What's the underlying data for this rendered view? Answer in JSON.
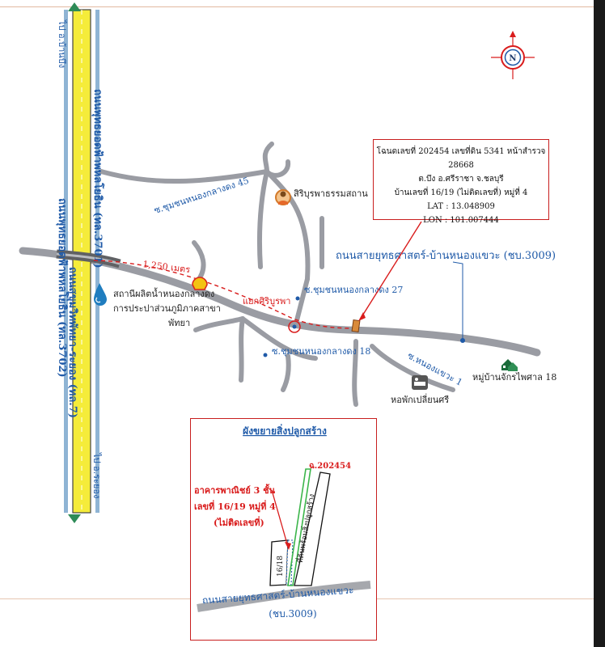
{
  "roads": {
    "highway_upper_name": "ถนนพัทยา-ระยอง",
    "highway_side_right": "ถนนพุทธยอดฟ้าพหลโยธิน (ทล.3701)",
    "highway_side_left": "ถนนพุทธยอดฟ้าพหลโยธิน (ทล.3702)",
    "highway_side_left_top": "ไป อ.บ้านบึง",
    "highway_lower_name": "ถนนสุขุมวิทพัทยา-ระยอง (ทล.7)",
    "highway_lower_dest": "ไป อ.ระยอง",
    "main_road": "ถนนสายยุทธศาสตร์-บ้านหนองแขวะ (ชบ.3009)",
    "soi_45": "ซ.ชุมชนหนองกลางดง 45",
    "soi_27": "ซ.ชุมชนหนองกลางดง 27",
    "soi_18": "ซ.ชุมชนหนองกลางดง 18",
    "soi_1": "ซ.หนองแขวะ 1"
  },
  "landmarks": {
    "temple": "สิริบุรพาธรรมสถาน",
    "water_station_line1": "สถานีผลิตน้ำหนองกลางดง",
    "water_station_line2": "การประปาส่วนภูมิภาคสาขา",
    "water_station_line3": "พัทยา",
    "intersection": "แยกศิริบูรพา",
    "dorm": "หอพักเปลี่ยนศรี",
    "village": "หมู่บ้านจักรไพศาล 18",
    "distance": "1,250 เมตร"
  },
  "compass": {
    "letter": "N"
  },
  "info": {
    "line1": "โฉนดเลขที่ 202454 เลขที่ดิน 5341 หน้าสำรวจ 28668",
    "line2": "ต.บึง อ.ศรีราชา จ.ชลบุรี",
    "line3": "บ้านเลขที่ 16/19 (ไม่ติดเลขที่) หมู่ที่ 4",
    "line4": "LAT : 13.048909",
    "line5": "LON : 101.007444"
  },
  "inset": {
    "title": "ผังขยายสิ่งปลูกสร้าง",
    "deed": "ฉ.202454",
    "building_line1": "อาคารพาณิชย์ 3 ชั้น",
    "building_line2": "เลขที่ 16/19 หมู่ที่ 4",
    "building_line3": "(ไม่ติดเลขที่)",
    "neighbor_number": "16/18",
    "land_label": "ที่ดินพร้อมสิ่งปลูกสร้าง",
    "road_line1": "ถนนสายยุทธศาสตร์-บ้านหนองแขวะ",
    "road_line2": "(ชบ.3009)"
  },
  "colors": {
    "highway_fill": "#f5ec3a",
    "road_gray": "#9a9ca3",
    "label_blue": "#1f5aa8",
    "label_red": "#d91c1c",
    "frame_red": "#c81e1e",
    "land_green": "#3bb54a"
  }
}
